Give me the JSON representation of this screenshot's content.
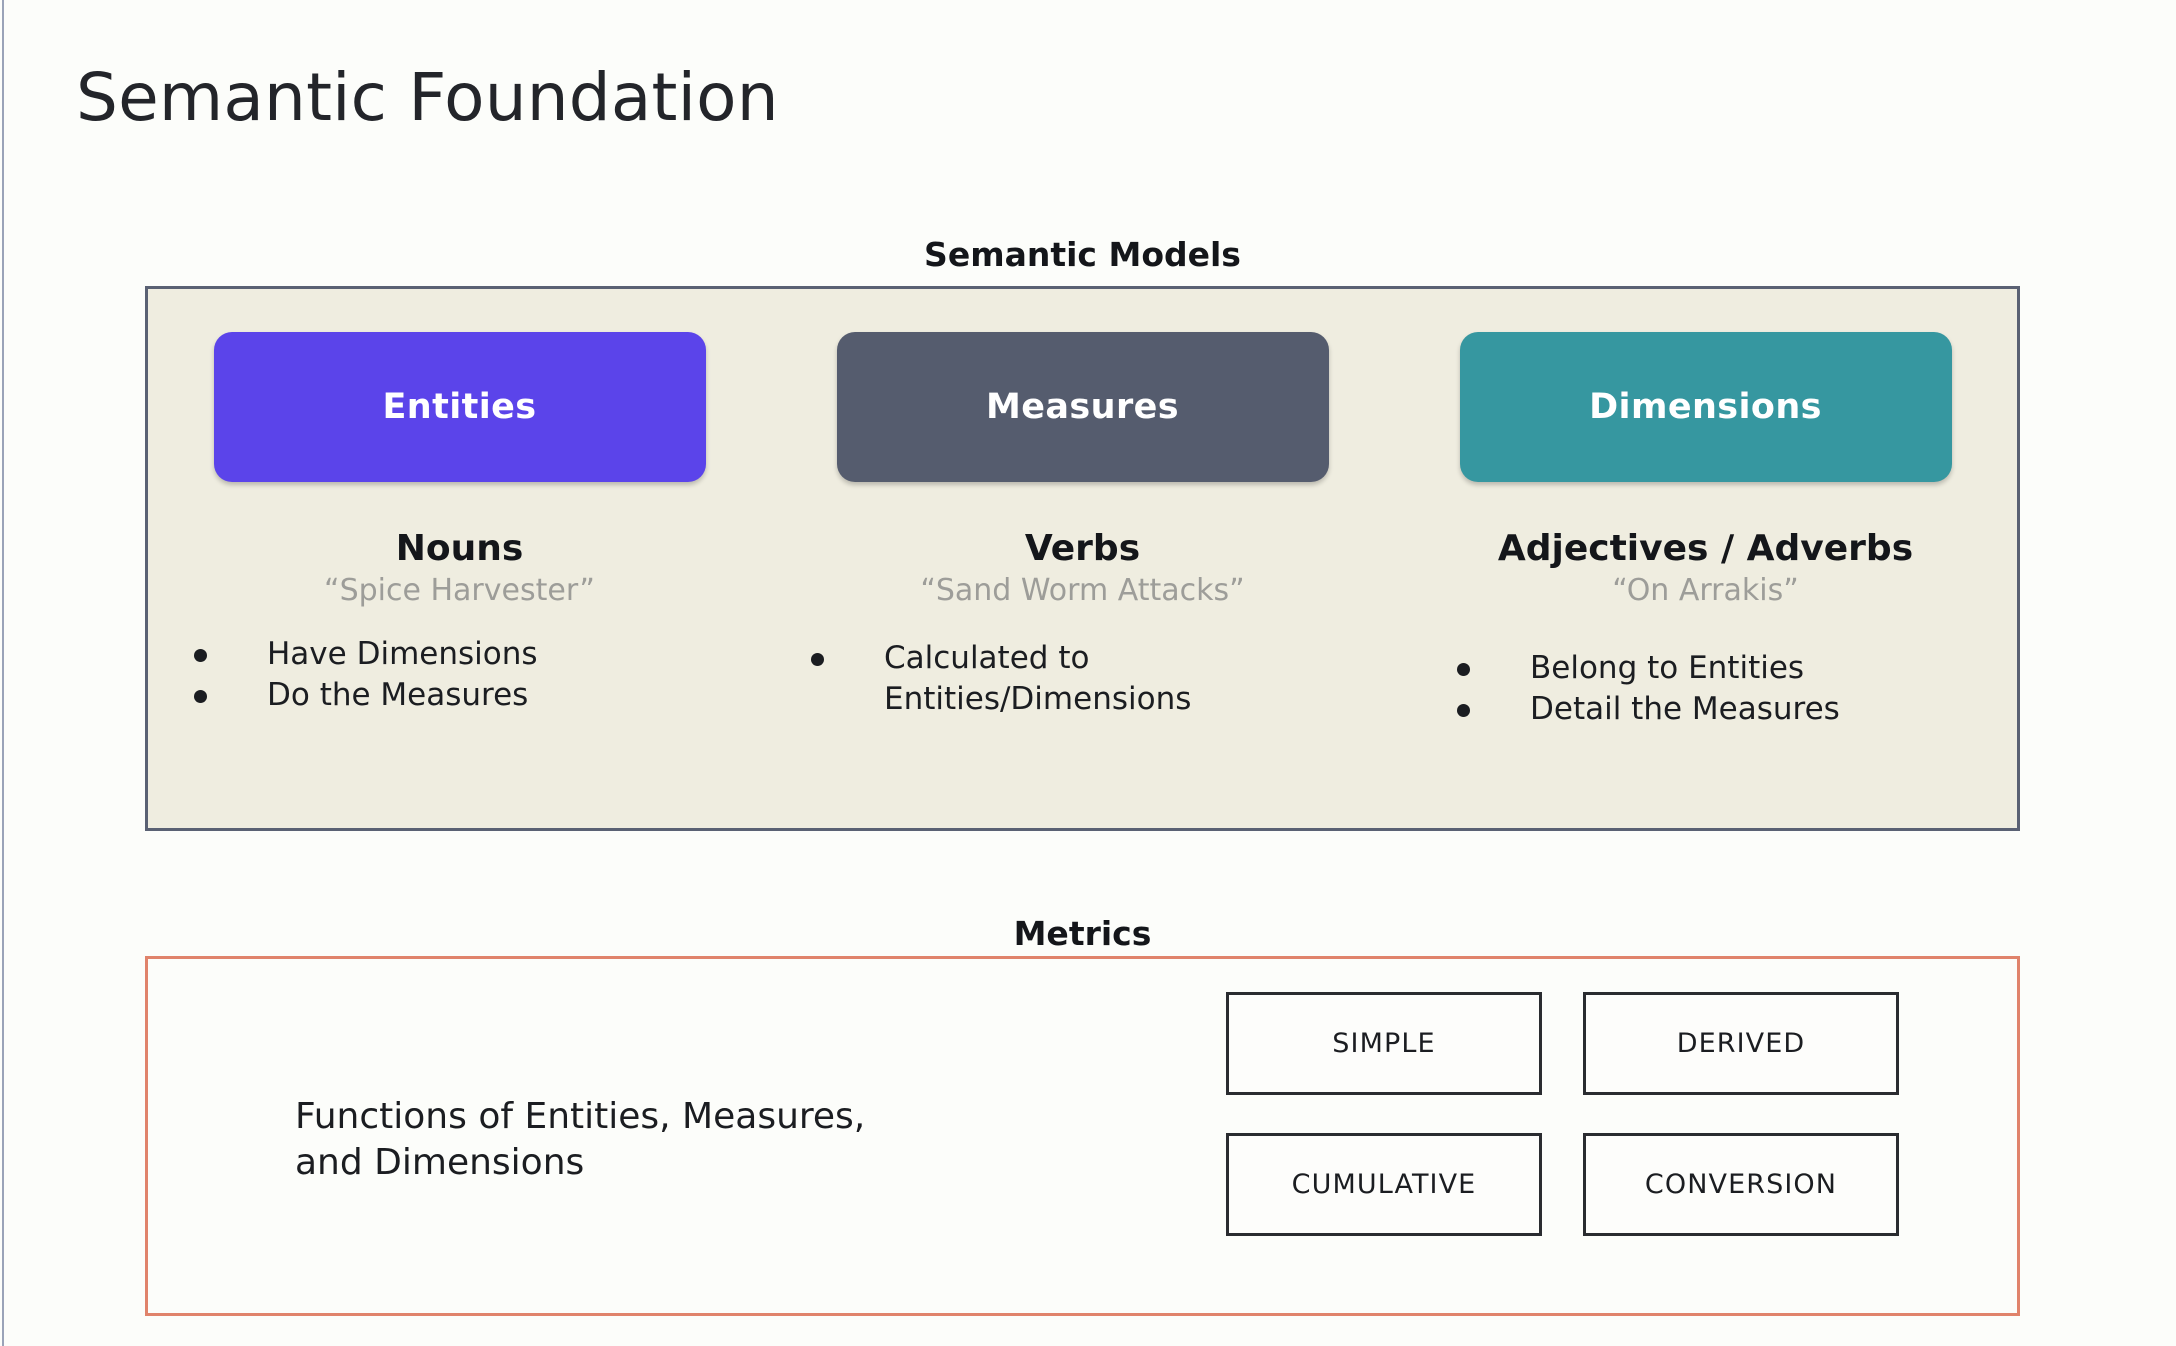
{
  "page": {
    "title": "Semantic Foundation",
    "background_color": "#fcfdfa"
  },
  "semantic_models": {
    "caption": "Semantic Models",
    "panel_fill": "#efede0",
    "panel_border": "#5a6173",
    "columns": [
      {
        "chip_label": "Entities",
        "chip_color": "#5b44ea",
        "part_of_speech": "Nouns",
        "example": "“Spice Harvester”",
        "bullets": [
          "Have Dimensions",
          "Do the Measures"
        ]
      },
      {
        "chip_label": "Measures",
        "chip_color": "#555c6e",
        "part_of_speech": "Verbs",
        "example": "“Sand Worm Attacks”",
        "bullets": [
          "Calculated to\nEntities/Dimensions"
        ]
      },
      {
        "chip_label": "Dimensions",
        "chip_color": "#3697a0",
        "part_of_speech": "Adjectives / Adverbs",
        "example": "“On Arrakis”",
        "bullets": [
          "Belong to Entities",
          "Detail the Measures"
        ]
      }
    ]
  },
  "metrics": {
    "caption": "Metrics",
    "panel_border": "#e0836b",
    "description": "Functions of Entities, Measures,\nand Dimensions",
    "cards": [
      "SIMPLE",
      "DERIVED",
      "CUMULATIVE",
      "CONVERSION"
    ]
  }
}
